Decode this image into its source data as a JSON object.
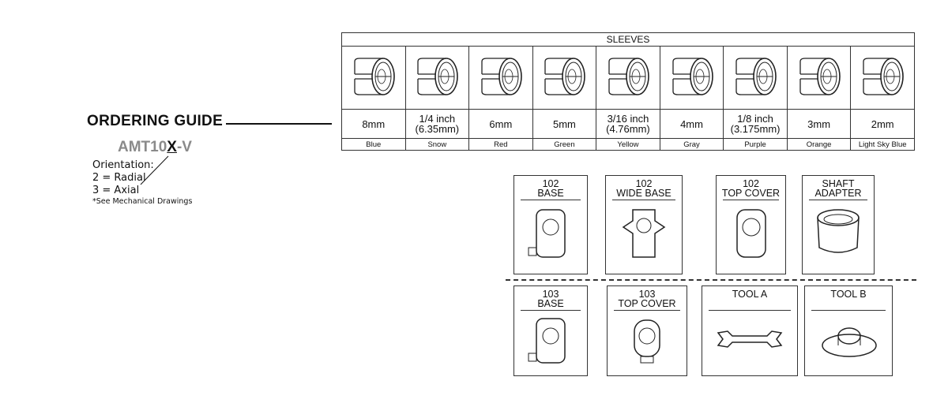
{
  "ordering_guide": {
    "title": "ORDERING GUIDE",
    "part_prefix": "AMT10",
    "part_variable": "X",
    "part_suffix": "-V",
    "orientation": {
      "label": "Orientation:",
      "options": [
        "2 = Radial",
        "3 = Axial"
      ],
      "note": "*See Mechanical Drawings"
    }
  },
  "sleeves": {
    "title": "SLEEVES",
    "items": [
      {
        "size": "8mm",
        "color": "Blue"
      },
      {
        "size": "1/4 inch (6.35mm)",
        "color": "Snow"
      },
      {
        "size": "6mm",
        "color": "Red"
      },
      {
        "size": "5mm",
        "color": "Green"
      },
      {
        "size": "3/16 inch (4.76mm)",
        "color": "Yellow"
      },
      {
        "size": "4mm",
        "color": "Gray"
      },
      {
        "size": "1/8 inch (3.175mm)",
        "color": "Purple"
      },
      {
        "size": "3mm",
        "color": "Orange"
      },
      {
        "size": "2mm",
        "color": "Light Sky Blue"
      }
    ]
  },
  "parts": [
    {
      "line1": "102",
      "line2": "BASE"
    },
    {
      "line1": "102",
      "line2": "WIDE BASE"
    },
    {
      "line1": "102",
      "line2": "TOP COVER"
    },
    {
      "line1": "SHAFT",
      "line2": "ADAPTER"
    },
    {
      "line1": "103",
      "line2": "BASE"
    },
    {
      "line1": "103",
      "line2": "TOP COVER"
    },
    {
      "line1": "TOOL A",
      "line2": ""
    },
    {
      "line1": "TOOL B",
      "line2": ""
    }
  ]
}
